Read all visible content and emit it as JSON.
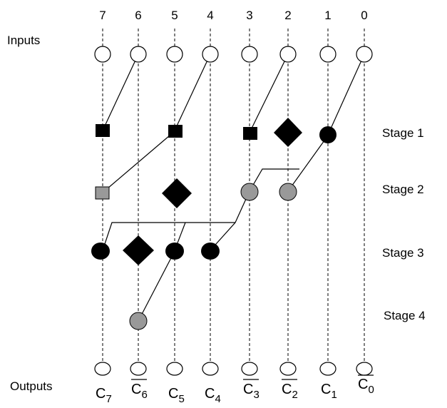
{
  "diagram": {
    "column_numbers": [
      "7",
      "6",
      "5",
      "4",
      "3",
      "2",
      "1",
      "0"
    ],
    "inputs_label": "Inputs",
    "outputs_label": "Outputs",
    "stage_labels": [
      "Stage 1",
      "Stage 2",
      "Stage 3",
      "Stage 4"
    ],
    "outputs": [
      {
        "base": "C",
        "sub": "7",
        "overline": false
      },
      {
        "base": "C",
        "sub": "6",
        "overline": true
      },
      {
        "base": "C",
        "sub": "5",
        "overline": false
      },
      {
        "base": "C",
        "sub": "4",
        "overline": false
      },
      {
        "base": "C",
        "sub": "3",
        "overline": true
      },
      {
        "base": "C",
        "sub": "2",
        "overline": true
      },
      {
        "base": "C",
        "sub": "1",
        "overline": false
      },
      {
        "base": "C",
        "sub": "0",
        "overline": true
      }
    ],
    "colors": {
      "black": "#000000",
      "gray": "#999999",
      "white": "#ffffff"
    }
  }
}
